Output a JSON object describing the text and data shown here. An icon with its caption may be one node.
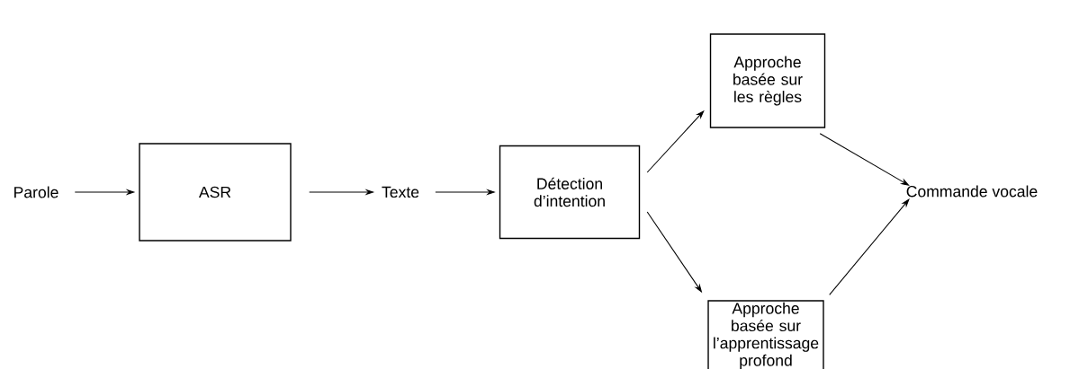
{
  "diagram": {
    "nodes": [
      {
        "text": [
          "Parole"
        ]
      },
      {
        "text": [
          "ASR"
        ]
      },
      {
        "text": [
          "Texte"
        ]
      },
      {
        "text": [
          "Détection d’intention"
        ]
      },
      {
        "text": [
          "Approche basée sur les règles"
        ]
      },
      {
        "text": [
          "Approche basée sur l’apprentissage profond"
        ]
      },
      {
        "text": [
          "Commande vocale"
        ]
      }
    ],
    "edges": [
      {
        "from": 0,
        "to": 1,
        "arrow": "to"
      },
      {
        "from": 1,
        "to": 2,
        "arrow": "to"
      },
      {
        "from": 2,
        "to": 3,
        "arrow": "to"
      },
      {
        "from": 3,
        "to": 4,
        "arrow": "to"
      },
      {
        "from": 3,
        "to": 5,
        "arrow": "to"
      },
      {
        "from": 4,
        "to": 6,
        "arrow": "to"
      },
      {
        "from": 5,
        "to": 6,
        "arrow": "to"
      }
    ]
  }
}
